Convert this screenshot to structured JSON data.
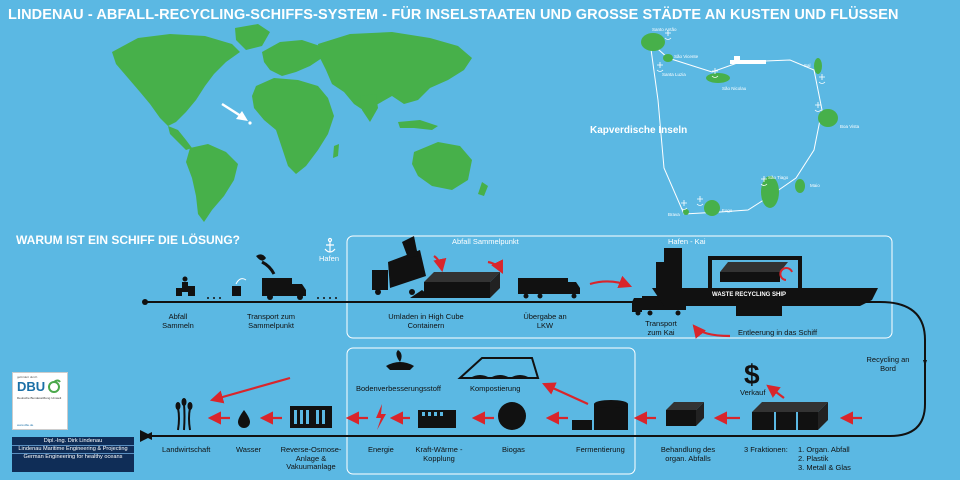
{
  "title": "LINDENAU - ABFALL-RECYCLING-SCHIFFS-SYSTEM - FÜR INSELSTAATEN UND GROSSE STÄDTE AN KUSTEN UND FLÜSSEN",
  "question": "WARUM IST EIN SCHIFF DIE LÖSUNG?",
  "map_label": "Kapverdische Inseln",
  "islands": {
    "santo_antao": "Santo Antão",
    "sao_vicente": "São Vicente",
    "santa_luzia": "Santa Luzia",
    "sao_nicolau": "São Nicolau",
    "sal": "Sal",
    "boa_vista": "Boa Vista",
    "maio": "Maio",
    "sao_tiago": "São Tiago",
    "fogo": "Fogo",
    "brava": "Brava"
  },
  "top_row": {
    "hafen": "Hafen",
    "abfall_sammelpunkt": "Abfall Sammelpunkt",
    "hafen_kai": "Hafen - Kai",
    "ship_label": "WASTE RECYCLING SHIP",
    "steps": {
      "abfall_sammeln": "Abfall Sammeln",
      "transport_sammelpunkt": "Transport zum Sammelpunkt",
      "umladen": "Umladen in High Cube Containern",
      "uebergabe": "Übergabe an LKW",
      "transport_kai": "Transport zum Kai",
      "entleerung": "Entleerung in das Schiff"
    }
  },
  "right": {
    "recycling_bord": "Recycling an Bord"
  },
  "bottom_row": {
    "landwirtschaft": "Landwirtschaft",
    "wasser": "Wasser",
    "osmose": "Reverse-Osmose-Anlage & Vakuumanlage",
    "energie": "Energie",
    "kraft_waerme": "Kraft-Wärme - Kopplung",
    "biogas": "Biogas",
    "fermentierung": "Fermentierung",
    "behandlung": "Behandlung des organ. Abfalls",
    "fraktionen_label": "3 Fraktionen:",
    "fraktionen": [
      "1. Organ. Abfall",
      "2. Plastik",
      "3. Metall & Glas"
    ],
    "verkauf": "Verkauf",
    "bodenverbesserung": "Bodenverbesserungsstoff",
    "kompostierung": "Kompostierung"
  },
  "dbu": {
    "pre": "gefördert durch",
    "logo": "DBU",
    "sub": "Deutsche Bundesstiftung Umwelt",
    "url": "www.dbu.de"
  },
  "credit": [
    "Dipl.-Ing. Dirk Lindenau",
    "Lindenau Maritime Engineering & Projecting",
    "German Engineering for healthy oceans"
  ],
  "colors": {
    "background": "#5bb8e3",
    "land": "#47b04a",
    "arrow_red": "#d9252b",
    "ink": "#111111",
    "credit_bg": "#0f2d57"
  }
}
